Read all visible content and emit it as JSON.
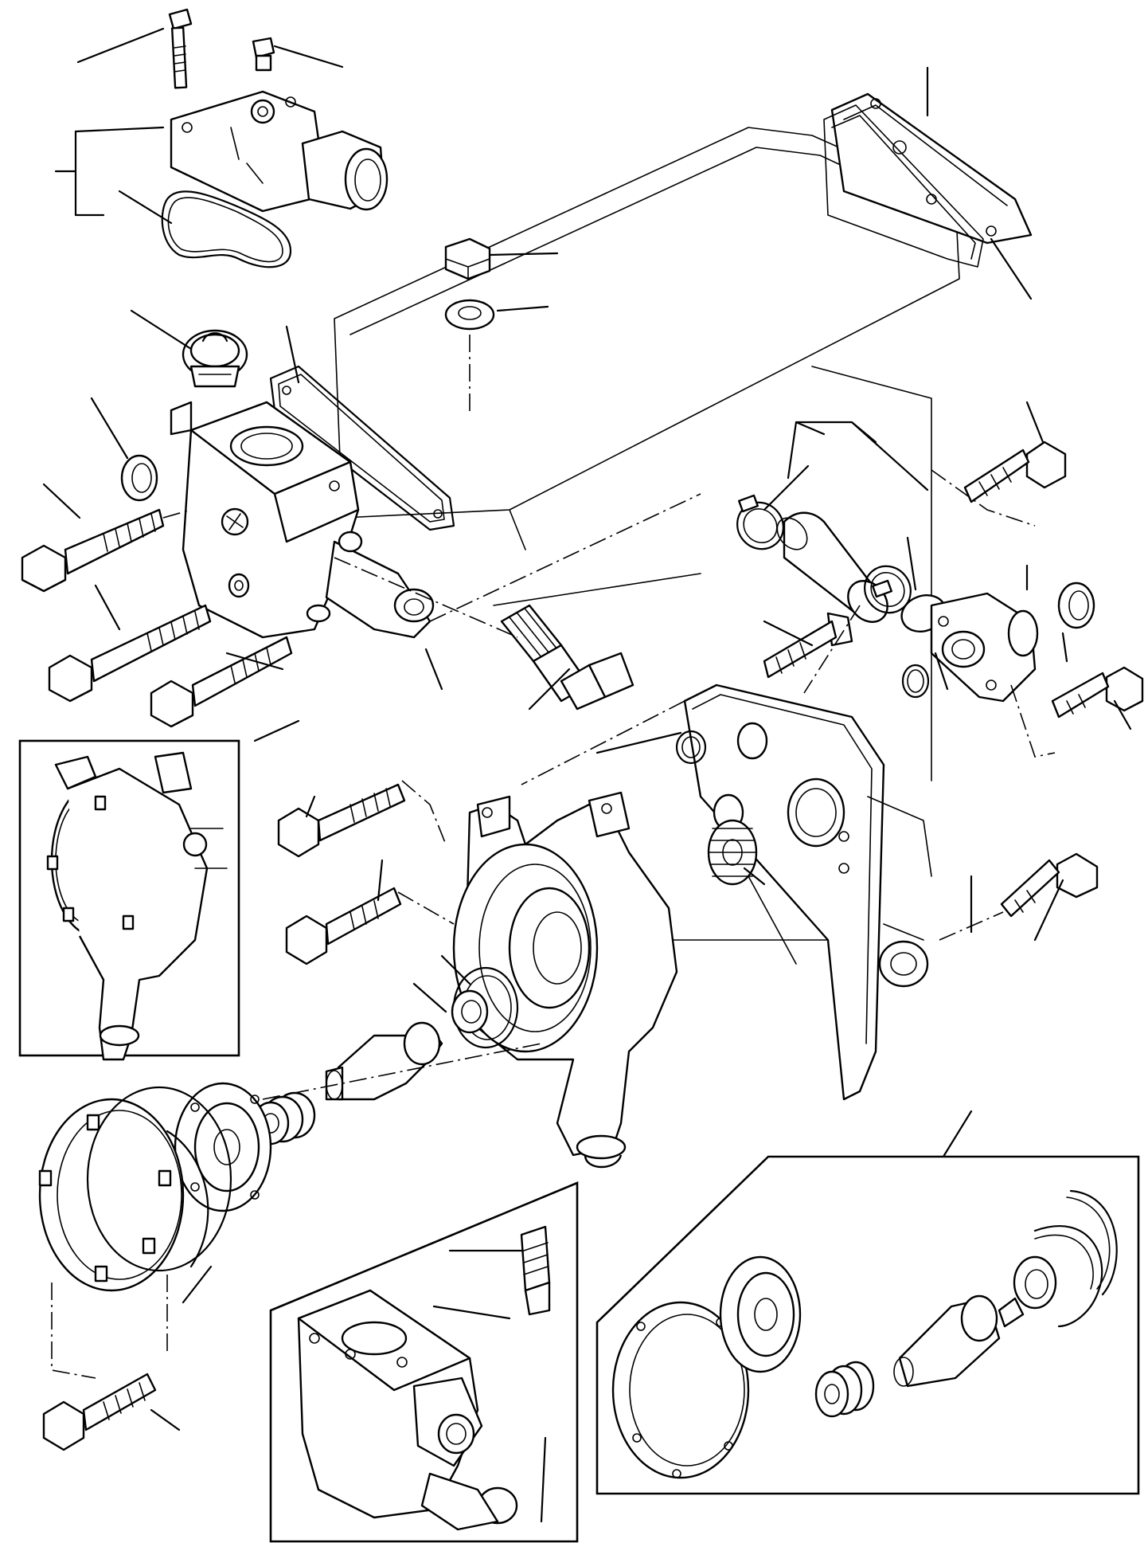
{
  "diagram": {
    "kind": "exploded-parts-view",
    "line_color": "#000000",
    "background": "#ffffff",
    "insets": [
      {
        "name": "water-pump-assembly-inset"
      },
      {
        "name": "thermostat-housing-with-sensor-inset"
      },
      {
        "name": "water-pump-repair-kit-inset"
      }
    ]
  }
}
